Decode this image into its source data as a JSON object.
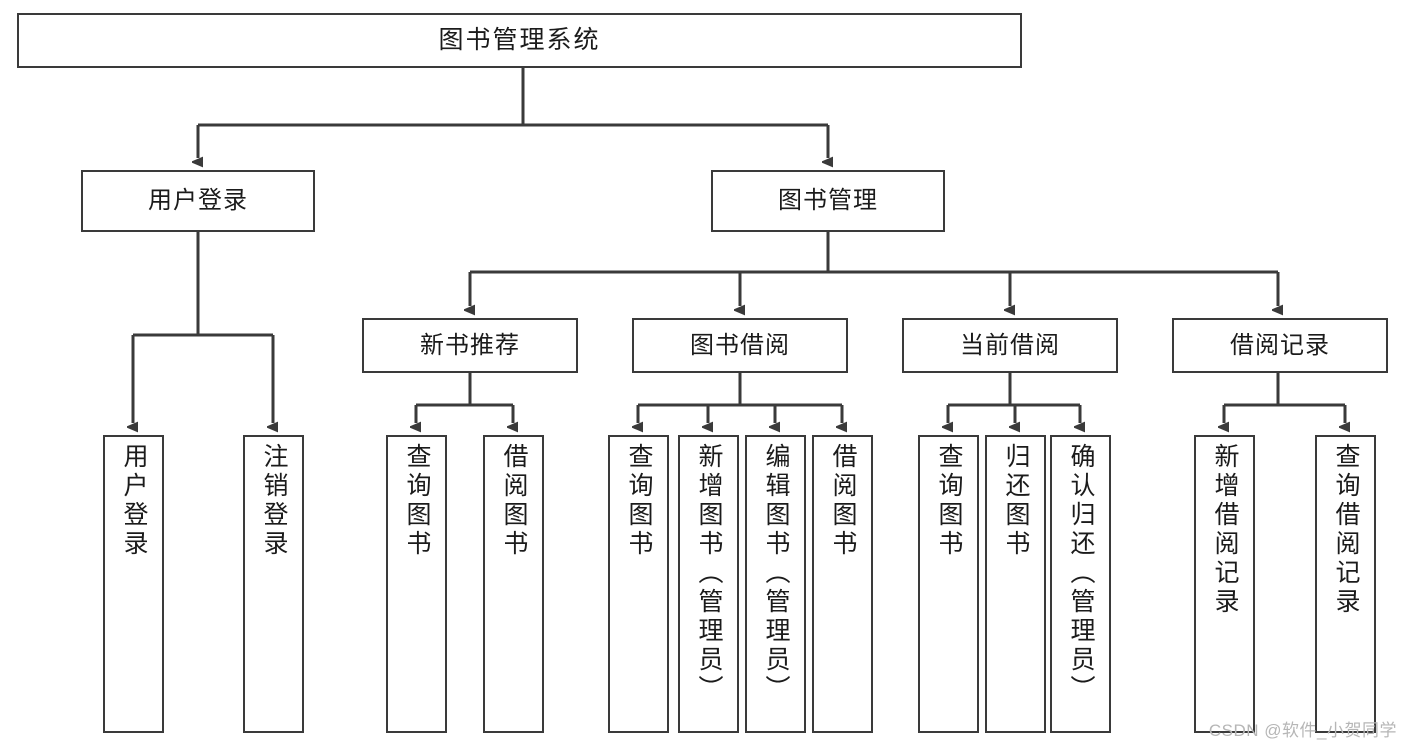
{
  "diagram": {
    "type": "tree-hierarchy",
    "title": "图书管理系统",
    "watermark": "CSDN @软件_小贺同学",
    "colors": {
      "box_border": "#3a3a3a",
      "box_fill": "#ffffff",
      "edge": "#3a3a3a",
      "text": "#1b1b1b",
      "watermark": "#b6b6b6"
    },
    "nodes": {
      "root": {
        "label": "图书管理系统"
      },
      "level2": [
        {
          "id": "user-login",
          "label": "用户登录"
        },
        {
          "id": "book-manage",
          "label": "图书管理"
        }
      ],
      "level3": [
        {
          "id": "new-book-recommend",
          "label": "新书推荐"
        },
        {
          "id": "book-borrow",
          "label": "图书借阅"
        },
        {
          "id": "current-borrow",
          "label": "当前借阅"
        },
        {
          "id": "borrow-record",
          "label": "借阅记录"
        }
      ],
      "leaves": {
        "user-login": [
          {
            "id": "leaf-user-login",
            "label": "用户登录"
          },
          {
            "id": "leaf-logout-login",
            "label": "注销登录"
          }
        ],
        "new-book-recommend": [
          {
            "id": "leaf-query-book-1",
            "label": "查询图书"
          },
          {
            "id": "leaf-borrow-book-1",
            "label": "借阅图书"
          }
        ],
        "book-borrow": [
          {
            "id": "leaf-query-book-2",
            "label": "查询图书"
          },
          {
            "id": "leaf-add-book",
            "label": "新增图书（管理员）"
          },
          {
            "id": "leaf-edit-book",
            "label": "编辑图书（管理员）"
          },
          {
            "id": "leaf-borrow-book-2",
            "label": "借阅图书"
          }
        ],
        "current-borrow": [
          {
            "id": "leaf-query-book-3",
            "label": "查询图书"
          },
          {
            "id": "leaf-return-book",
            "label": "归还图书"
          },
          {
            "id": "leaf-confirm-return",
            "label": "确认归还（管理员）"
          }
        ],
        "borrow-record": [
          {
            "id": "leaf-add-record",
            "label": "新增借阅记录"
          },
          {
            "id": "leaf-query-record",
            "label": "查询借阅记录"
          }
        ]
      }
    }
  }
}
